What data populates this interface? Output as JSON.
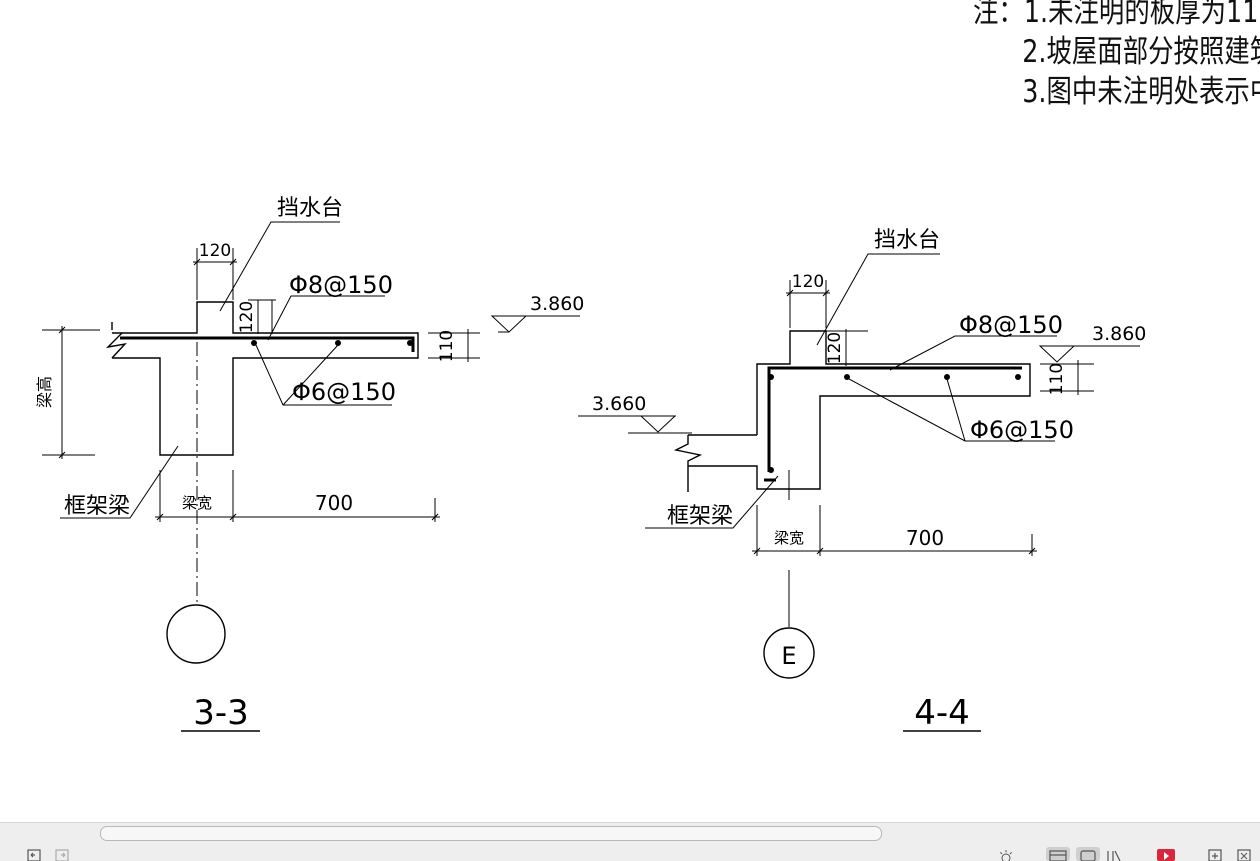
{
  "notes": {
    "lines": [
      "注：1.未注明的板厚为11",
      "2.坡屋面部分按照建筑",
      "3.图中未注明处表示中"
    ]
  },
  "section_3_3": {
    "title": "3-3",
    "label_upstand": "挡水台",
    "label_beam": "框架梁",
    "top_bar": "Φ8@150",
    "bottom_bar": "Φ6@150",
    "dim_upstand_width": "120",
    "dim_upstand_height": "120",
    "dim_slab": "110",
    "dim_beam_height": "梁高",
    "dim_beam_width": "梁宽",
    "dim_overhang": "700",
    "elevation": "3.860",
    "axis_label": ""
  },
  "section_4_4": {
    "title": "4-4",
    "label_upstand": "挡水台",
    "label_beam": "框架梁",
    "top_bar": "Φ8@150",
    "bottom_bar": "Φ6@150",
    "dim_upstand_width": "120",
    "dim_upstand_height": "120",
    "dim_slab": "110",
    "dim_beam_width": "梁宽",
    "dim_overhang": "700",
    "elevation_top": "3.860",
    "elevation_low": "3.660",
    "axis_label": "E"
  },
  "statusbar": {
    "icons": [
      "undo-icon",
      "redo-icon",
      "sun-icon",
      "layout-1-icon",
      "layout-2-icon",
      "layout-3-icon",
      "record-icon",
      "fit-icon",
      "fullscreen-icon"
    ],
    "accent": "#d9263a"
  }
}
